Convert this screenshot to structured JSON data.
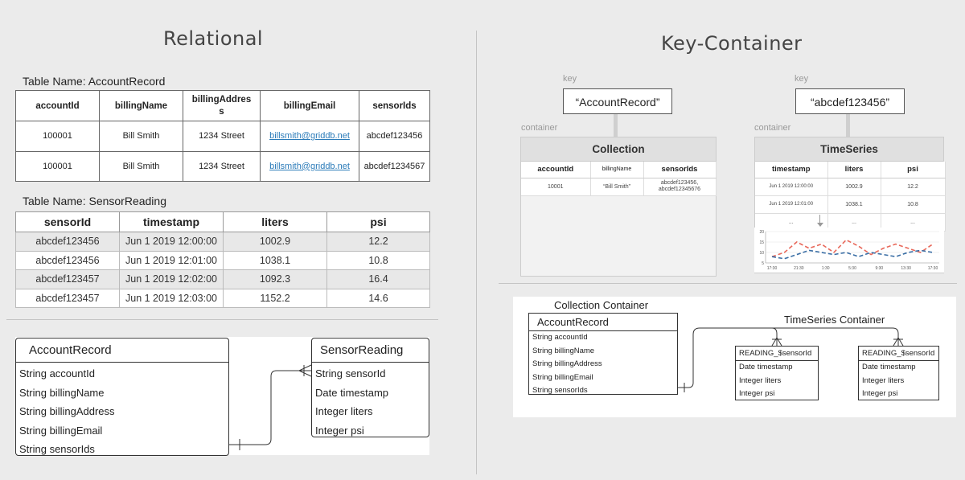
{
  "left": {
    "heading": "Relational",
    "account_table": {
      "name": "Table Name: AccountRecord",
      "columns": [
        "accountId",
        "billingName",
        "billingAddress",
        "billingEmail",
        "sensorIds"
      ],
      "rows": [
        [
          "100001",
          "Bill Smith",
          "1234 Street",
          "billsmith@griddb.net",
          "abcdef123456"
        ],
        [
          "100001",
          "Bill Smith",
          "1234 Street",
          "billsmith@griddb.net",
          "abcdef1234567"
        ]
      ]
    },
    "sensor_table": {
      "name": "Table Name: SensorReading",
      "columns": [
        "sensorId",
        "timestamp",
        "liters",
        "psi"
      ],
      "rows": [
        [
          "abcdef123456",
          "Jun 1 2019 12:00:00",
          "1002.9",
          "12.2"
        ],
        [
          "abcdef123456",
          "Jun 1 2019 12:01:00",
          "1038.1",
          "10.8"
        ],
        [
          "abcdef123457",
          "Jun 1 2019 12:02:00",
          "1092.3",
          "16.4"
        ],
        [
          "abcdef123457",
          "Jun 1 2019 12:03:00",
          "1152.2",
          "14.6"
        ]
      ]
    },
    "er": {
      "account": {
        "title": "AccountRecord",
        "fields": [
          "String accountId",
          "String billingName",
          "String billingAddress",
          "String billingEmail",
          "String sensorIds"
        ]
      },
      "sensor": {
        "title": "SensorReading",
        "fields": [
          "String sensorId",
          "Date timestamp",
          "Integer liters",
          "Integer psi"
        ]
      }
    }
  },
  "right": {
    "heading": "Key-Container",
    "key_label": "key",
    "container_label": "container",
    "collection": {
      "key": "“AccountRecord”",
      "title": "Collection",
      "columns": [
        "accountId",
        "billingName",
        "sensorIds"
      ],
      "row": [
        "10001",
        "“Bill Smith”",
        "abcdef123456, abcdef12345676"
      ]
    },
    "timeseries": {
      "key": "“abcdef123456”",
      "title": "TimeSeries",
      "columns": [
        "timestamp",
        "liters",
        "psi"
      ],
      "rows": [
        [
          "Jun 1 2019 12:00:00",
          "1002.9",
          "12.2"
        ],
        [
          "Jun 1 2019 12:01:00",
          "1038.1",
          "10.8"
        ],
        [
          "...",
          "...",
          "..."
        ]
      ]
    },
    "chart_data": {
      "type": "line",
      "x": [
        "17:30",
        "21:30",
        "1:30",
        "5:30",
        "9:30",
        "13:30",
        "17:30"
      ],
      "ylim": [
        5,
        20
      ],
      "yticks": [
        5,
        10,
        15,
        20
      ],
      "series": [
        {
          "color": "#e8685a",
          "values": [
            8,
            10,
            15,
            12,
            14,
            10,
            16,
            13,
            9,
            12,
            14,
            12,
            10,
            14
          ]
        },
        {
          "color": "#3a6ea5",
          "values": [
            8,
            7,
            9,
            11,
            10,
            9,
            10,
            8,
            10,
            9,
            8,
            10,
            11,
            10
          ]
        }
      ]
    },
    "er": {
      "collection_label": "Collection Container",
      "timeseries_label": "TimeSeries Container",
      "account": {
        "title": "AccountRecord",
        "fields": [
          "String accountId",
          "String billingName",
          "String billingAddress",
          "String billingEmail",
          "String sensorIds"
        ]
      },
      "reading1": {
        "title": "READING_$sensorId",
        "fields": [
          "Date timestamp",
          "Integer liters",
          "Integer psi"
        ]
      },
      "reading2": {
        "title": "READING_$sensorId",
        "fields": [
          "Date timestamp",
          "Integer liters",
          "Integer psi"
        ]
      }
    }
  }
}
